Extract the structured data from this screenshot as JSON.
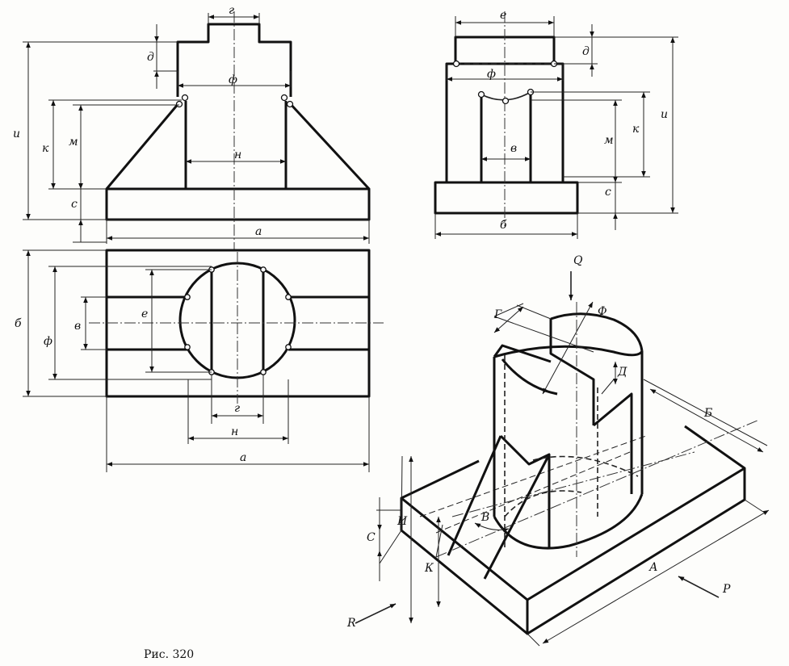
{
  "caption": "Рис. 320",
  "front": {
    "g": "г",
    "d": "д",
    "f": "ф",
    "u": "и",
    "k": "к",
    "m": "м",
    "n": "н",
    "c": "с",
    "a": "а"
  },
  "side": {
    "e": "е",
    "d": "д",
    "f": "ф",
    "u": "и",
    "m": "м",
    "k": "к",
    "v": "в",
    "c": "с",
    "b": "б"
  },
  "top": {
    "b": "б",
    "f": "ф",
    "v": "в",
    "e": "е",
    "g": "г",
    "n": "н",
    "a": "а"
  },
  "iso": {
    "Q": "Q",
    "R": "R",
    "P": "P",
    "G": "Г",
    "F": "Ф",
    "D": "Д",
    "B": "Б",
    "I": "И",
    "C": "С",
    "K": "К",
    "V": "В",
    "A": "А"
  }
}
